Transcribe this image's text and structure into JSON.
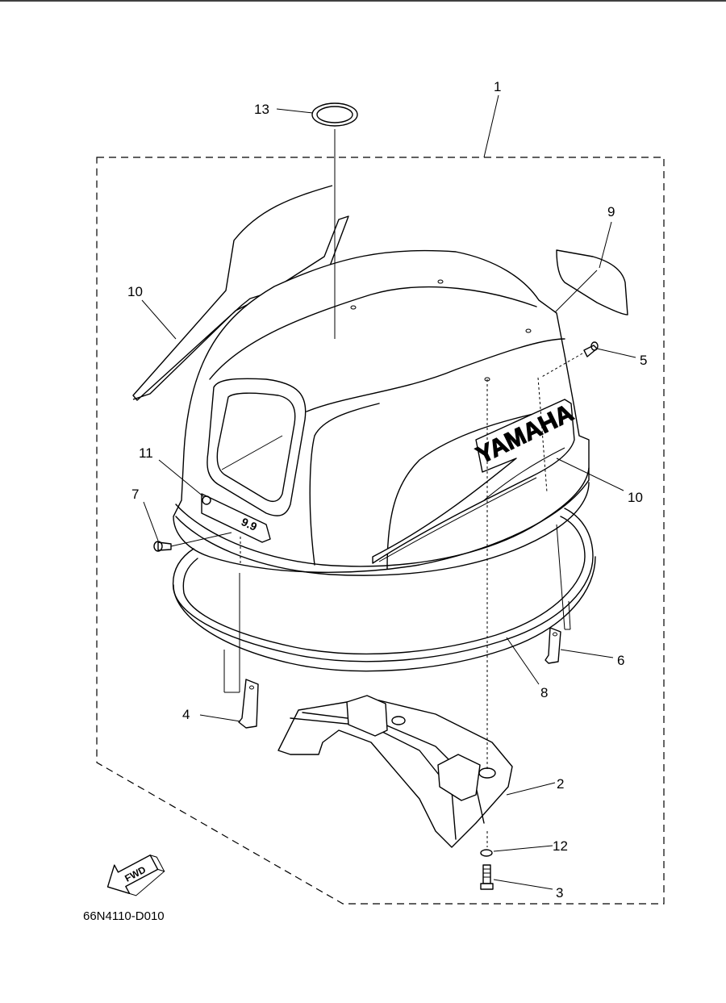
{
  "diagram_code": "66N4110-D010",
  "fwd_label": "FWD",
  "cowling_brand": "YAMAHA",
  "emblem_text": "9.9",
  "callouts": {
    "c1": "1",
    "c2": "2",
    "c3": "3",
    "c4": "4",
    "c5": "5",
    "c6": "6",
    "c7": "7",
    "c8": "8",
    "c9": "9",
    "c10a": "10",
    "c10b": "10",
    "c11": "11",
    "c12": "12",
    "c13": "13"
  }
}
